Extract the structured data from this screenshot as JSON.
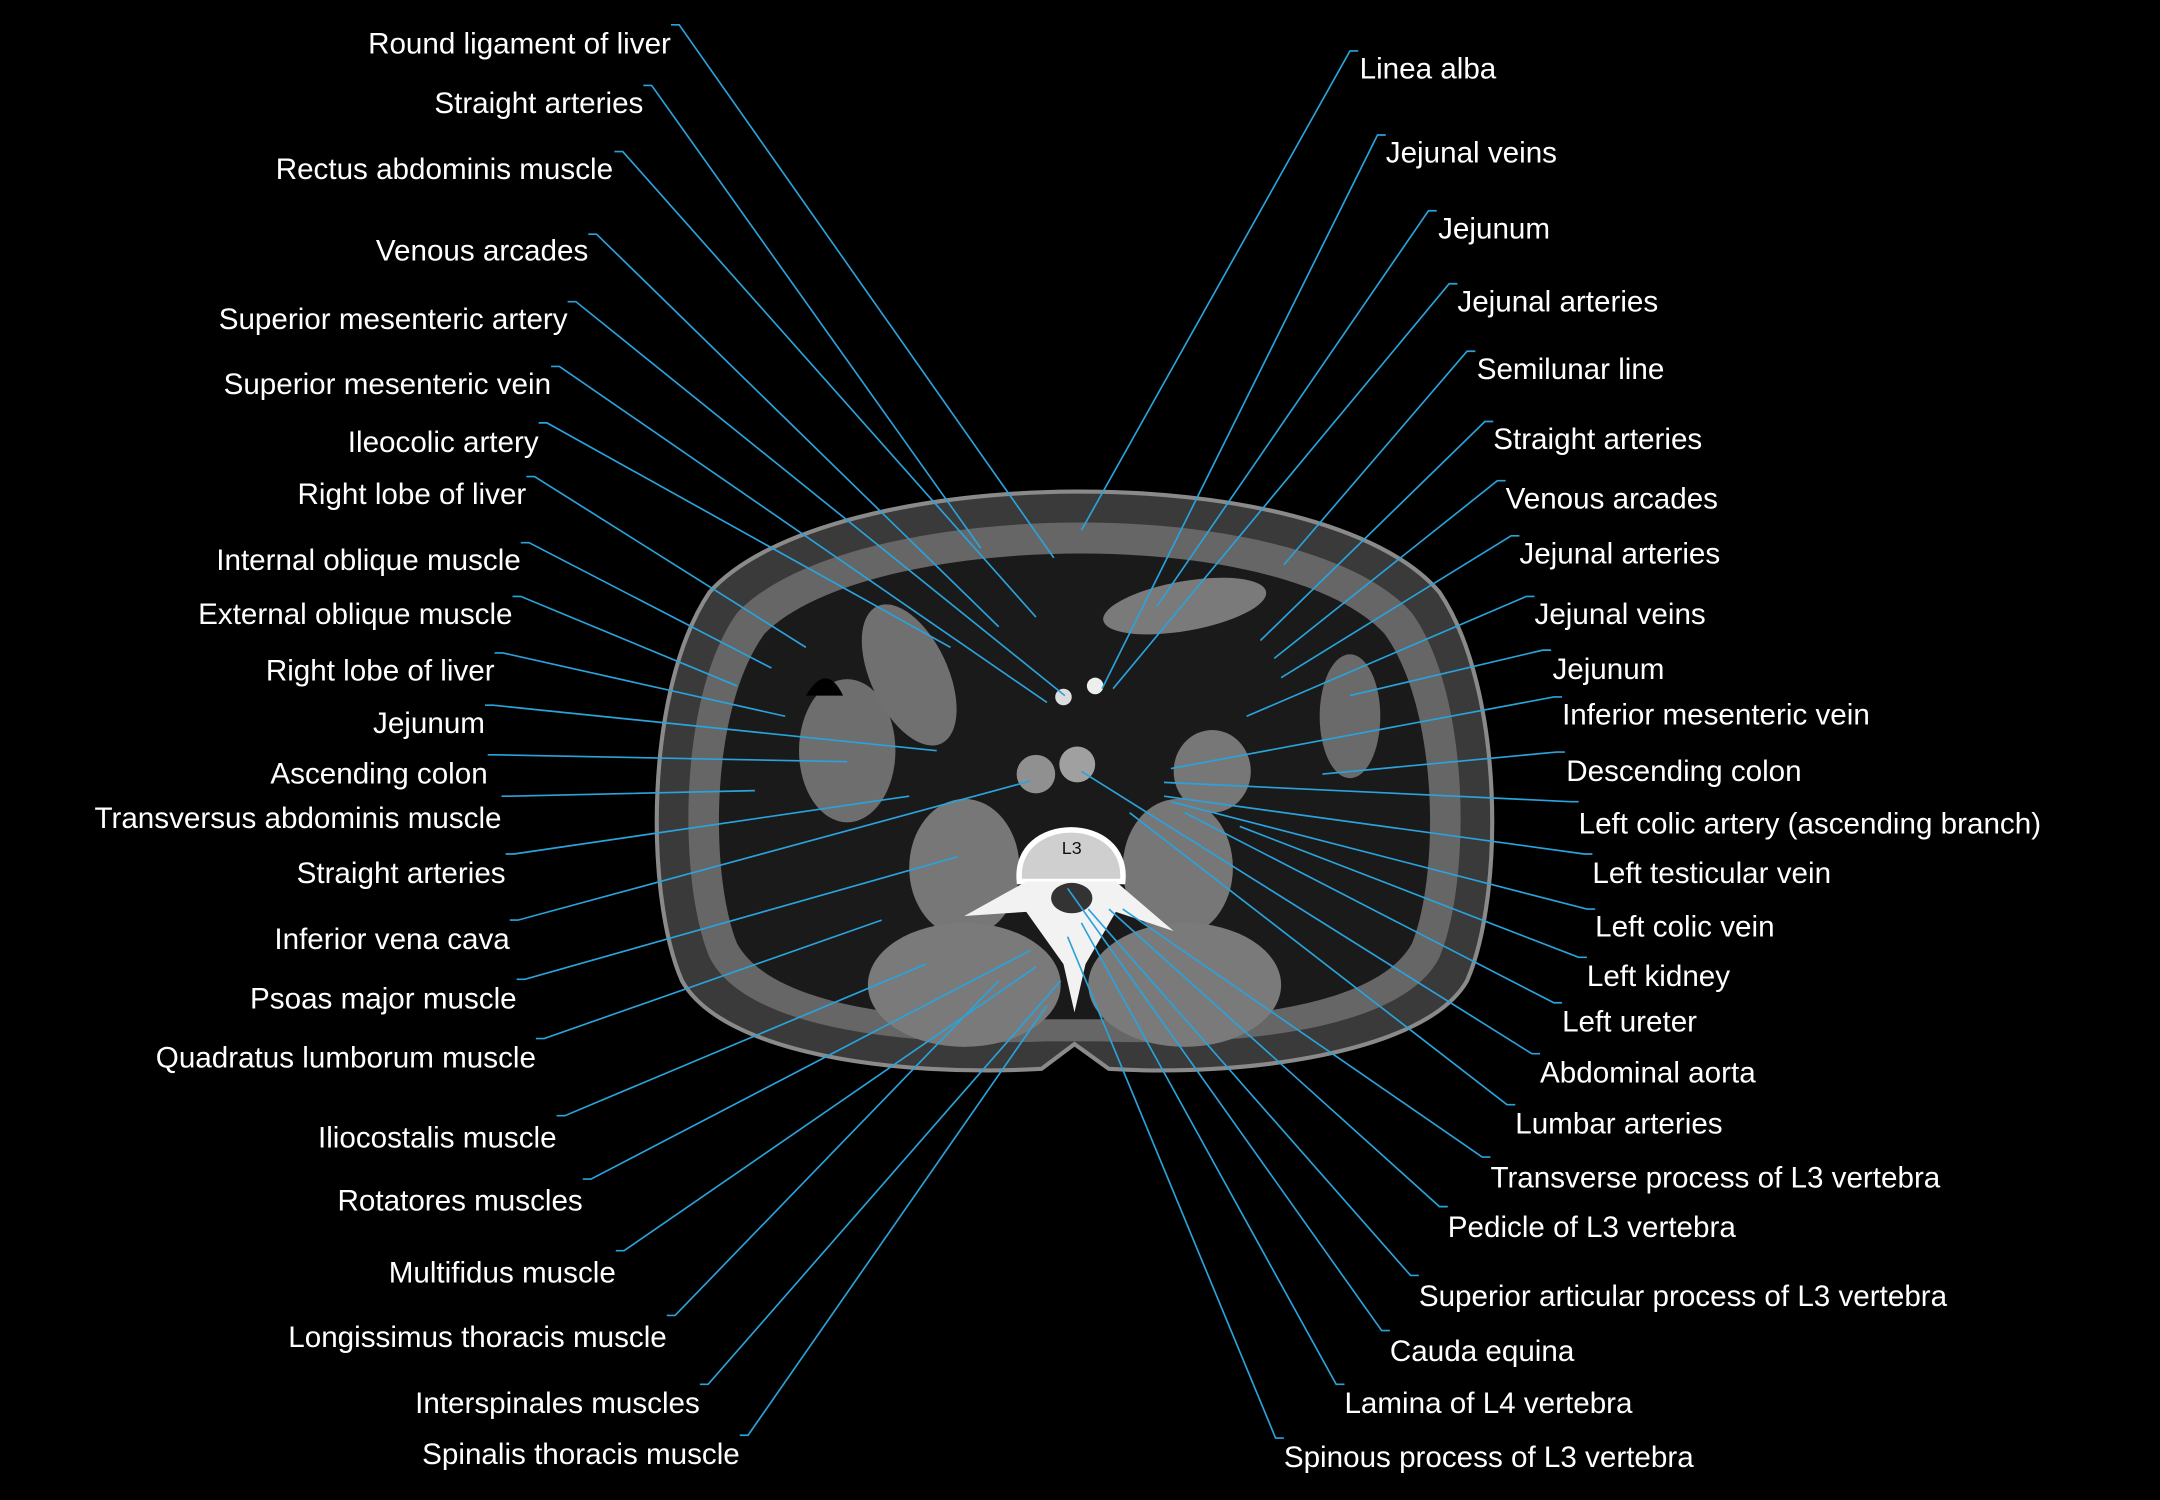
{
  "vertebra_label": "L3",
  "line_color": "#2aa3dc",
  "left_labels": [
    "Round ligament of liver",
    "Straight arteries",
    "Rectus abdominis muscle",
    "Venous arcades",
    "Superior mesenteric artery",
    "Superior mesenteric vein",
    "Ileocolic  artery",
    "Right lobe of liver",
    "Internal oblique muscle",
    "External oblique muscle",
    "Right lobe of liver",
    "Jejunum",
    "Ascending colon",
    "Transversus abdominis muscle",
    "Straight arteries",
    "Inferior vena cava",
    "Psoas major muscle",
    "Quadratus lumborum muscle",
    "Iliocostalis muscle",
    "Rotatores muscles",
    "Multifidus muscle",
    "Longissimus thoracis muscle",
    "Interspinales muscles",
    "Spinalis thoracis muscle"
  ],
  "right_labels": [
    "Linea alba",
    "Jejunal veins",
    "Jejunum",
    "Jejunal arteries",
    "Semilunar line",
    "Straight arteries",
    "Venous arcades",
    "Jejunal arteries",
    "Jejunal veins",
    "Jejunum",
    "Inferior mesenteric vein",
    "Descending colon",
    "Left colic  artery (ascending  branch)",
    "Left testicular vein",
    "Left colic vein",
    "Left kidney",
    "Left ureter",
    "Abdominal aorta",
    "Lumbar arteries",
    "Transverse process of L3 vertebra",
    "Pedicle of L3 vertebra",
    "Superior articular process of L3 vertebra",
    "Cauda equina",
    "Lamina of L4 vertebra",
    "Spinous process of L3 vertebra"
  ]
}
